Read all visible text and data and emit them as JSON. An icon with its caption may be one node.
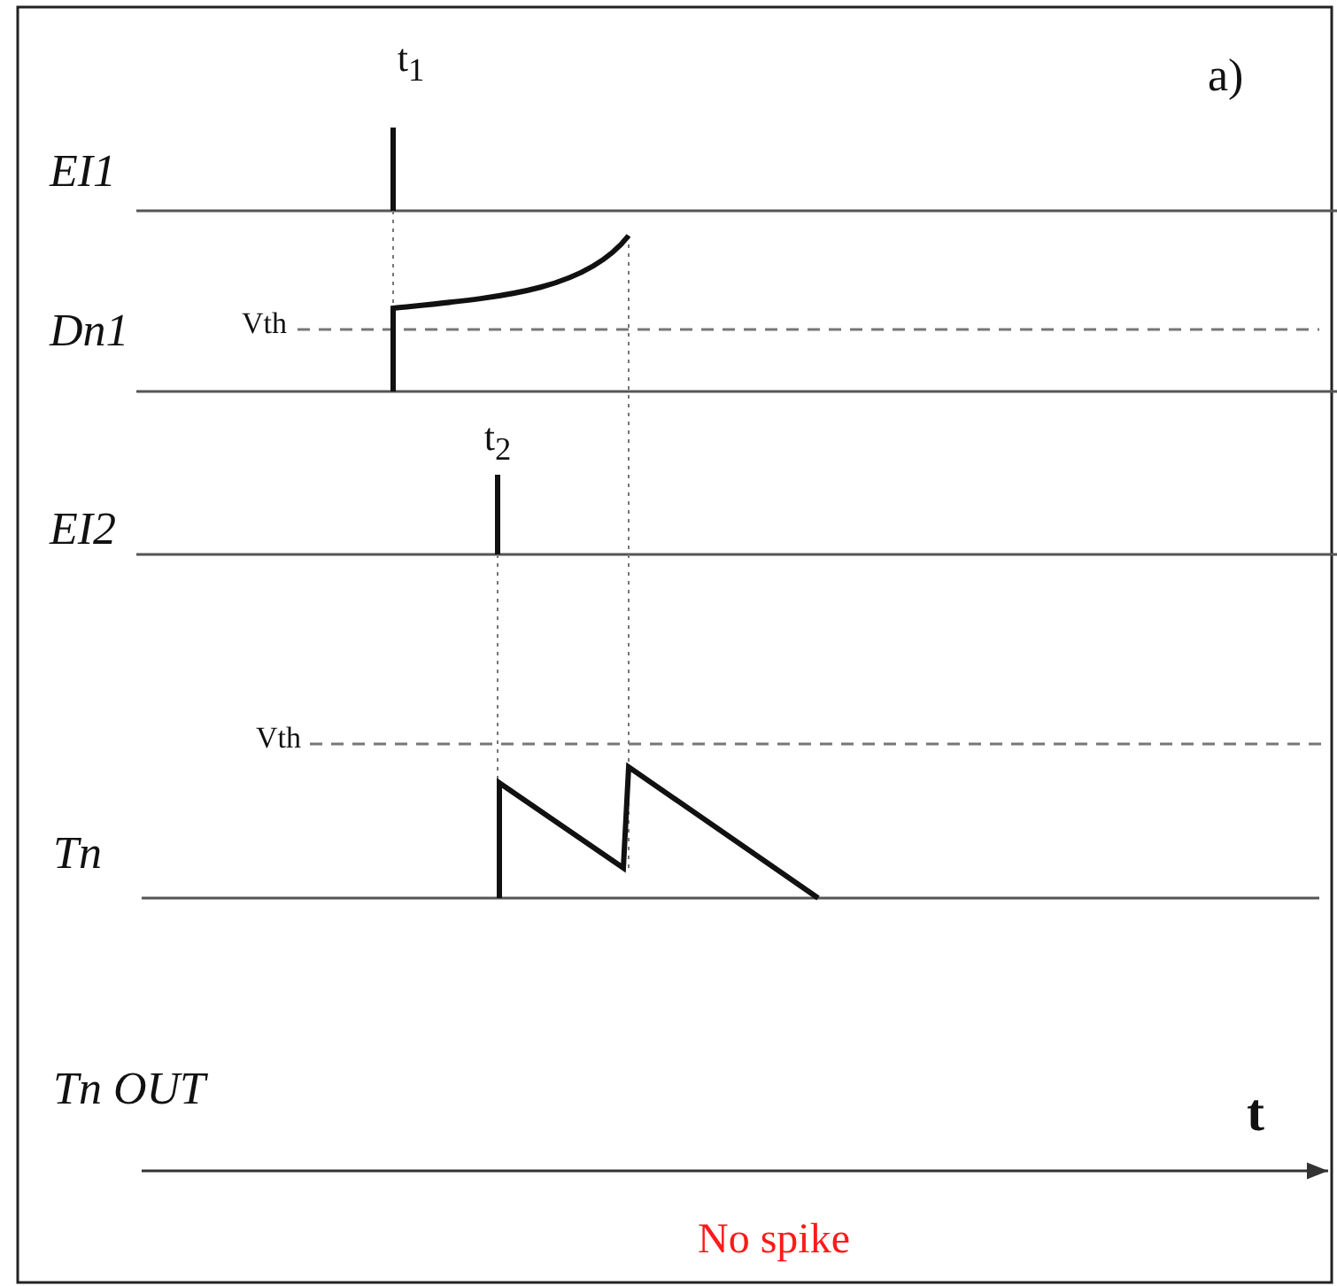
{
  "diagram": {
    "labels": [
      "t$_{1}$",
      "a)",
      "EI1",
      "Vth",
      "Dn1",
      "t$_{2}$",
      "EI2",
      "Vth",
      "Tn",
      "Tn OUT",
      "t",
      "No spike"
    ]
  }
}
